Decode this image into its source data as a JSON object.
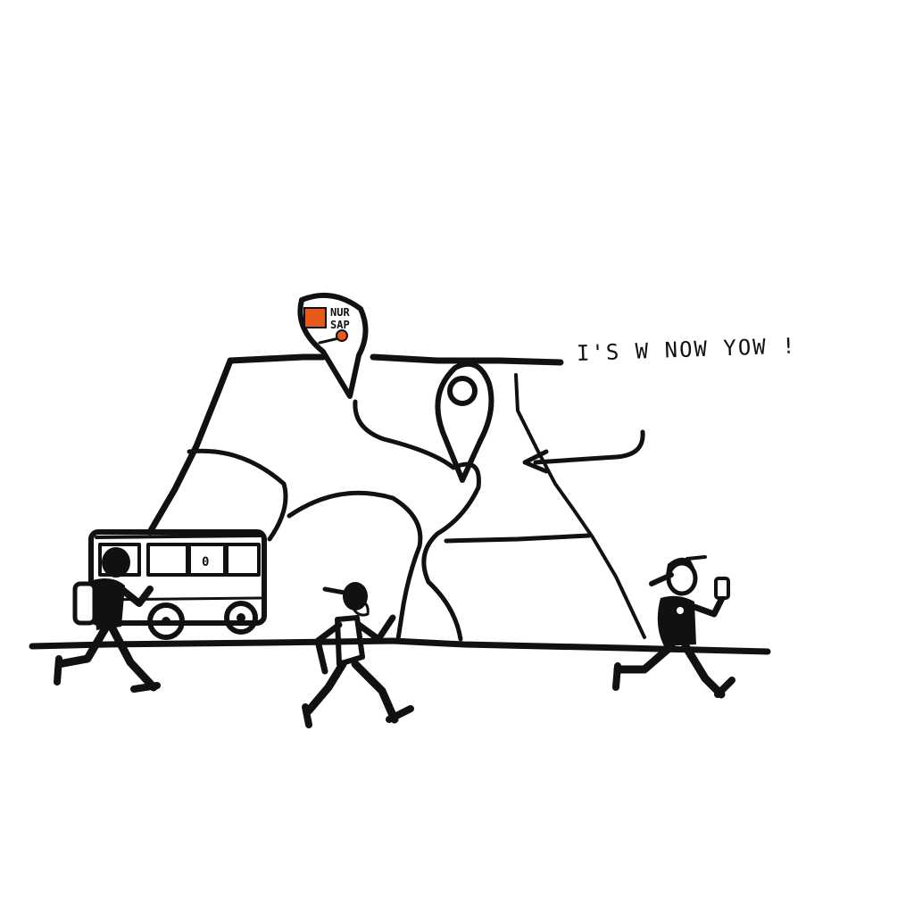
{
  "caption": "I'S W NOW  YOW !",
  "pin_sign": {
    "line1": "NUR",
    "line2": "SAP"
  },
  "bus": {
    "window_mark": "0"
  },
  "colors": {
    "ink": "#111111",
    "accent": "#e85a1a",
    "background": "#ffffff"
  }
}
